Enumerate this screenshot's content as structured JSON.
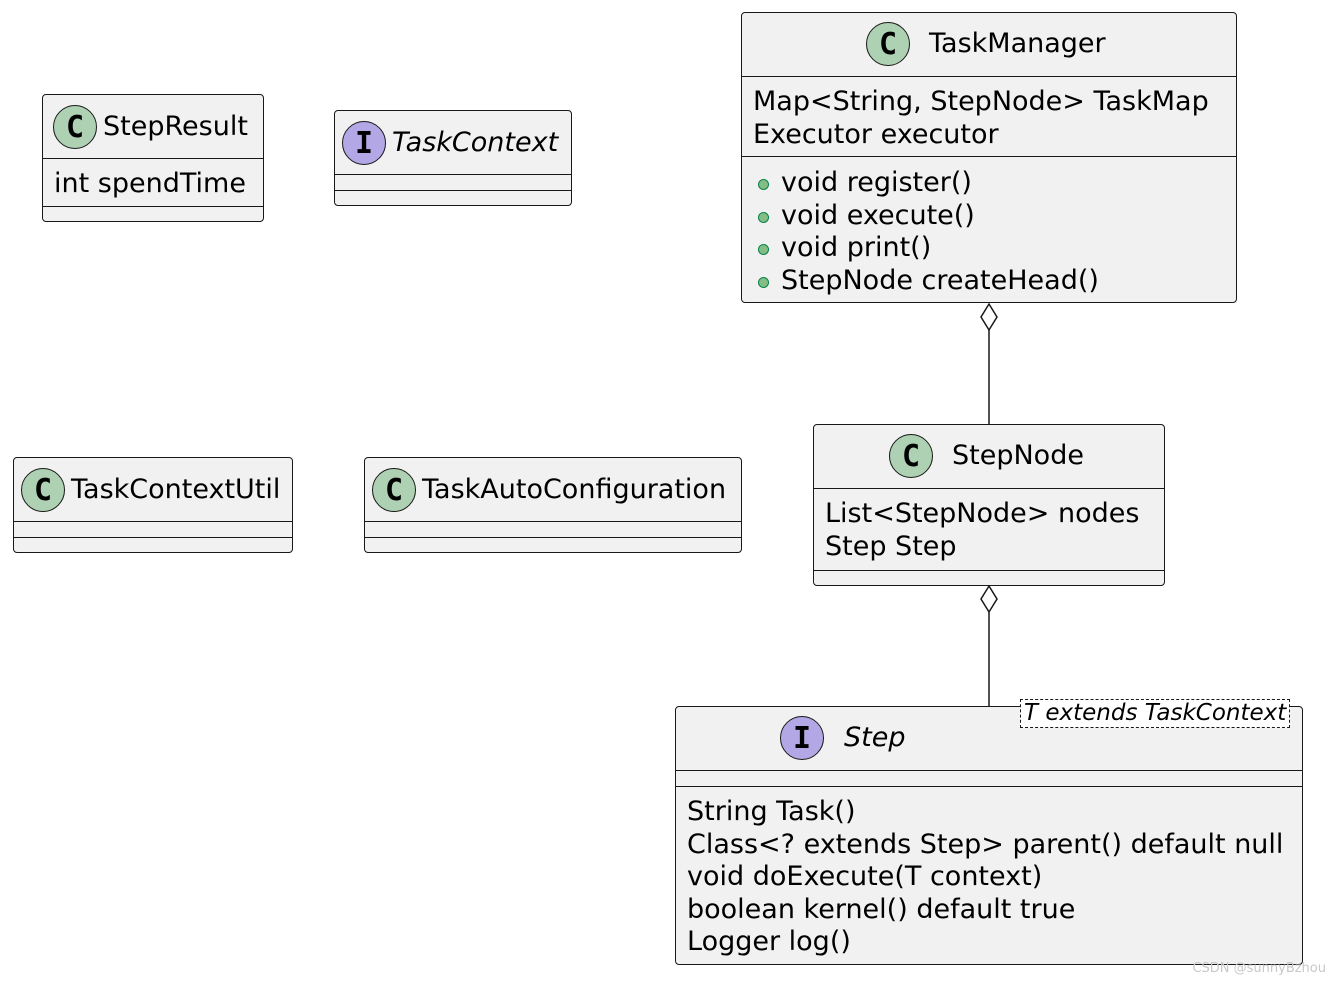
{
  "classes": {
    "step_result": {
      "name": "StepResult",
      "kind": "C",
      "fields": [
        "int spendTime"
      ],
      "methods": []
    },
    "task_context": {
      "name": "TaskContext",
      "kind": "I",
      "fields": [],
      "methods": []
    },
    "task_manager": {
      "name": "TaskManager",
      "kind": "C",
      "fields": [
        "Map<String, StepNode> TaskMap",
        "Executor executor"
      ],
      "methods": [
        "void register()",
        "void execute()",
        "void print()",
        "StepNode createHead()"
      ]
    },
    "task_context_util": {
      "name": "TaskContextUtil",
      "kind": "C",
      "fields": [],
      "methods": []
    },
    "task_auto_configuration": {
      "name": "TaskAutoConfiguration",
      "kind": "C",
      "fields": [],
      "methods": []
    },
    "step_node": {
      "name": "StepNode",
      "kind": "C",
      "fields": [
        "List<StepNode> nodes",
        "Step Step"
      ],
      "methods": []
    },
    "step": {
      "name": "Step",
      "kind": "I",
      "generic": "T extends TaskContext",
      "fields": [],
      "methods": [
        "String Task()",
        "Class<? extends Step> parent() default null",
        "void doExecute(T context)",
        "boolean kernel() default true",
        "Logger log()"
      ]
    }
  },
  "relations": [
    {
      "from": "TaskManager",
      "to": "StepNode",
      "type": "aggregation"
    },
    {
      "from": "StepNode",
      "to": "Step",
      "type": "aggregation"
    }
  ],
  "watermark": "CSDN @sunnyBzhou"
}
